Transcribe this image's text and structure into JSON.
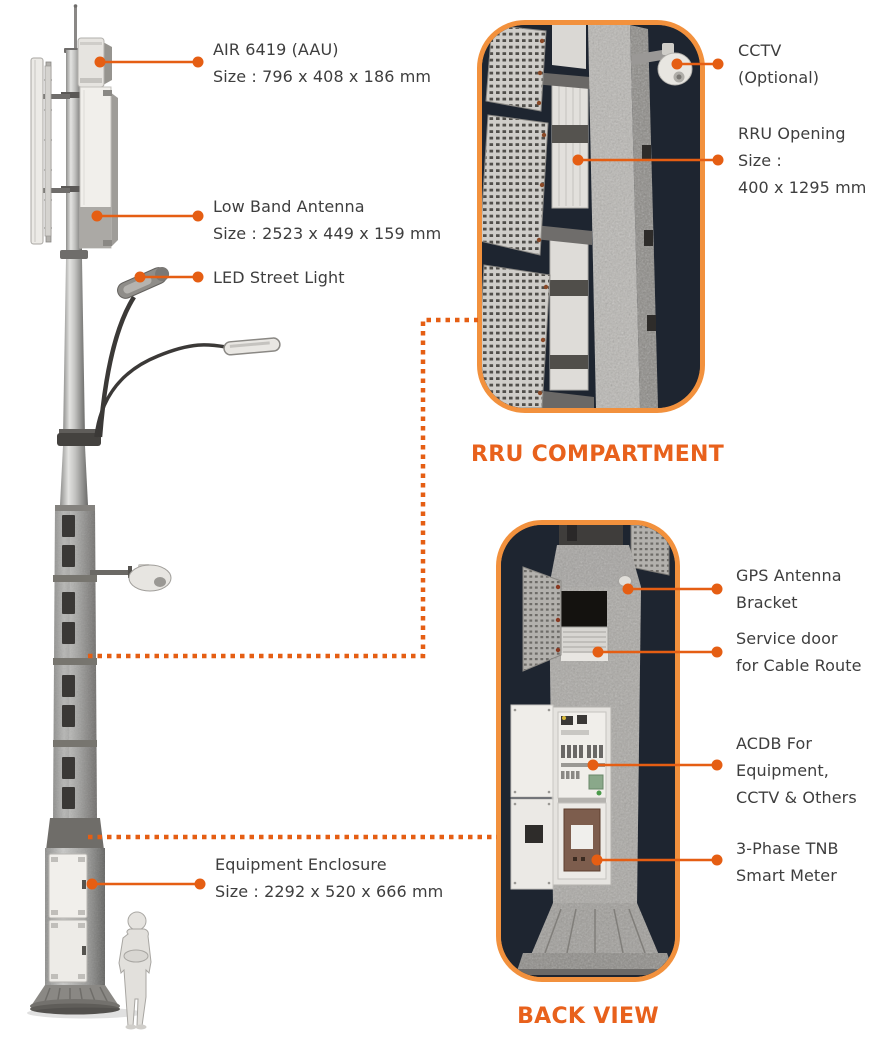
{
  "figure": {
    "description": "Smart pole technical diagram with RRU compartment and back view insets"
  },
  "colors": {
    "accent": "#E55E13",
    "inset_border": "#F2913D",
    "inset_background": "#212938",
    "label_text": "#3E3E3E",
    "title_color": "#E8611C"
  },
  "pole_labels": [
    {
      "title": "AIR 6419 (AAU)",
      "size": "Size : 796 x 408 x 186 mm"
    },
    {
      "title": "Low Band Antenna",
      "size": "Size : 2523 x 449 x 159 mm"
    },
    {
      "title": "LED Street Light"
    },
    {
      "title": "Equipment Enclosure",
      "size": "Size : 2292 x 520 x 666 mm"
    }
  ],
  "rru_inset": {
    "title": "RRU COMPARTMENT",
    "labels": [
      {
        "line1": "CCTV",
        "line2": "(Optional)"
      },
      {
        "line1": "RRU Opening",
        "line2": "Size :",
        "line3": "400 x 1295 mm"
      }
    ]
  },
  "back_inset": {
    "title": "BACK VIEW",
    "labels": [
      {
        "line1": "GPS Antenna",
        "line2": "Bracket"
      },
      {
        "line1": "Service door",
        "line2": "for Cable Route"
      },
      {
        "line1": "ACDB For",
        "line2": "Equipment,",
        "line3": "CCTV & Others"
      },
      {
        "line1": "3-Phase TNB",
        "line2": "Smart Meter"
      }
    ]
  }
}
